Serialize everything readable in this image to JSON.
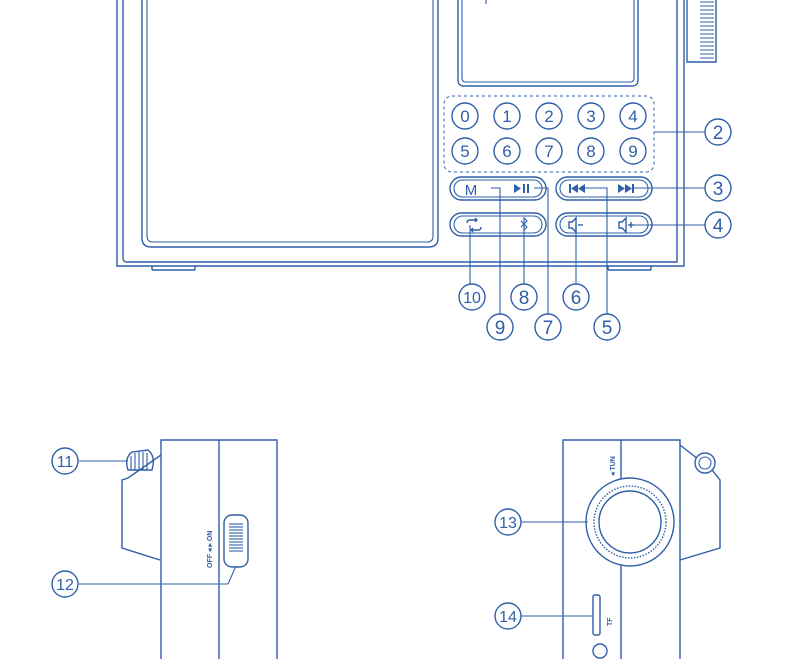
{
  "colors": {
    "line": "#2f5fa8",
    "background": "#ffffff"
  },
  "keypad": {
    "row1": [
      "0",
      "1",
      "2",
      "3",
      "4"
    ],
    "row2": [
      "5",
      "6",
      "7",
      "8",
      "9"
    ]
  },
  "buttons": {
    "memory_label": "M",
    "play_pause_icon": "play-pause-icon",
    "prev_next_icon": "prev-next-icon",
    "loop_icon": "loop-icon",
    "bluetooth_icon": "bluetooth-icon",
    "vol_down_icon": "volume-down-icon",
    "vol_up_icon": "volume-up-icon"
  },
  "callouts": {
    "c2": "2",
    "c3": "3",
    "c4": "4",
    "c5": "5",
    "c6": "6",
    "c7": "7",
    "c8": "8",
    "c9": "9",
    "c10": "10",
    "c11": "11",
    "c12": "12",
    "c13": "13",
    "c14": "14"
  },
  "side_left": {
    "switch_label": "OFF ◂ ▸ ON"
  },
  "side_right": {
    "tuning_label": "◂ TUN",
    "card_label": "TF"
  }
}
